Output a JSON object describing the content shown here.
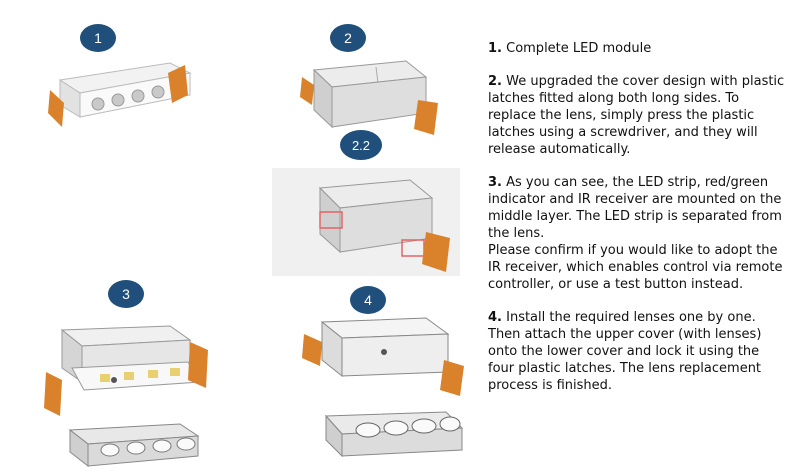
{
  "badges": {
    "step1": "1",
    "step2": "2",
    "step2_2": "2.2",
    "step3": "3",
    "step4": "4"
  },
  "colors": {
    "badge": "#1f4f7a",
    "bracket": "#d9822b",
    "housing": "#e9e9e9",
    "highlight_box": "#e46464"
  },
  "steps": [
    {
      "num": "1.",
      "text": " Complete LED module"
    },
    {
      "num": "2.",
      "text": " We upgraded the cover design with plastic latches fitted along both long sides. To replace the lens, simply press the plastic latches using a screwdriver, and they will release automatically."
    },
    {
      "num": "3.",
      "text": " As you can see, the LED strip, red/green indicator and IR receiver are mounted on the middle layer. The LED strip is separated from the lens.\nPlease confirm if you would like to adopt the IR receiver, which enables control via remote controller, or use a test button instead."
    },
    {
      "num": "4.",
      "text": " Install the required lenses one by one. Then attach the upper cover (with lenses) onto the lower cover and lock it using the four plastic latches. The lens replacement process is finished."
    }
  ]
}
